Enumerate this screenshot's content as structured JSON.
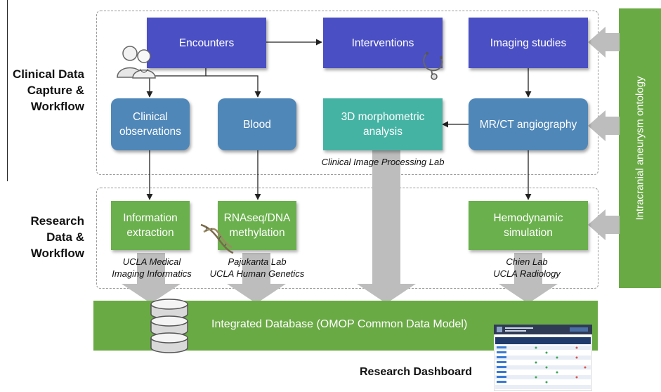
{
  "section_labels": {
    "clinical": [
      "Clinical Data",
      "Capture &",
      "Workflow"
    ],
    "research": [
      "Research",
      "Data &",
      "Workflow"
    ]
  },
  "boxes": {
    "encounters": "Encounters",
    "interventions": "Interventions",
    "imaging_studies": "Imaging studies",
    "clinical_observations": "Clinical observations",
    "blood": "Blood",
    "morphometric": "3D morphometric analysis",
    "angiography": "MR/CT angiography",
    "information_extraction": "Information extraction",
    "rnaseq": "RNAseq/DNA methylation",
    "hemodynamic": "Hemodynamic simulation"
  },
  "captions": {
    "clinical_image_lab": "Clinical Image Processing Lab",
    "ucla_mii_line1": "UCLA Medical",
    "ucla_mii_line2": "Imaging Informatics",
    "pajukanta_line1": "Pajukanta Lab",
    "pajukanta_line2": "UCLA Human Genetics",
    "chien_line1": "Chien Lab",
    "chien_line2": "UCLA Radiology"
  },
  "ontology_label": "Intracranial aneurysm ontology",
  "database_label": "Integrated Database (OMOP Common Data Model)",
  "dashboard_label": "Research Dashboard",
  "colors": {
    "dark_blue": "#4a4fc4",
    "steel_blue": "#4f87b8",
    "teal": "#45b3a4",
    "green": "#6ab04c",
    "ontology_green": "#6aaa45",
    "arrow_gray": "#bdbdbd"
  },
  "icons": [
    "clinicians-icon",
    "stethoscope-icon",
    "dna-icon",
    "database-cylinder-icon",
    "dashboard-thumbnail"
  ]
}
